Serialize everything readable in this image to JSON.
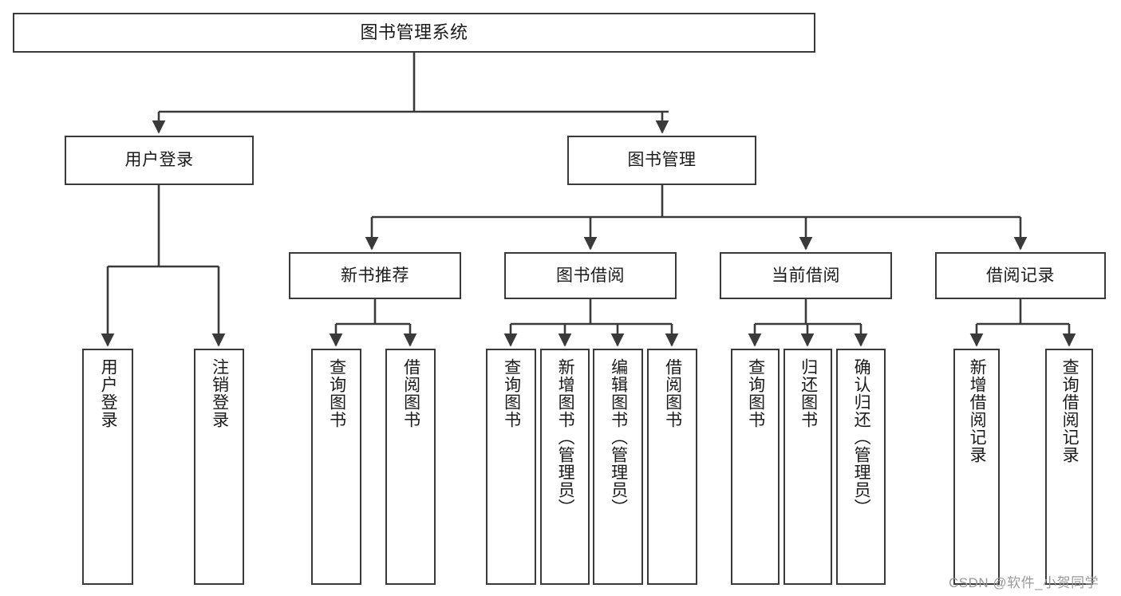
{
  "diagram": {
    "type": "tree-hierarchy-diagram",
    "title": "图书管理系统",
    "style": {
      "box_fill": "#ffffff",
      "box_stroke": "#3a3a3a",
      "line_color": "#3a3a3a",
      "text_color": "#1a1a1a",
      "background": "#ffffff"
    },
    "levels": [
      {
        "level": 1,
        "nodes": [
          {
            "id": "root",
            "label": "图书管理系统",
            "orientation": "horizontal"
          }
        ]
      },
      {
        "level": 2,
        "nodes": [
          {
            "id": "user-login",
            "label": "用户登录",
            "orientation": "horizontal",
            "parent": "root"
          },
          {
            "id": "book-manage",
            "label": "图书管理",
            "orientation": "horizontal",
            "parent": "root"
          }
        ]
      },
      {
        "level": 3,
        "nodes": [
          {
            "id": "new-book-rec",
            "label": "新书推荐",
            "orientation": "horizontal",
            "parent": "book-manage"
          },
          {
            "id": "book-borrow",
            "label": "图书借阅",
            "orientation": "horizontal",
            "parent": "book-manage"
          },
          {
            "id": "current-borrow",
            "label": "当前借阅",
            "orientation": "horizontal",
            "parent": "book-manage"
          },
          {
            "id": "borrow-record",
            "label": "借阅记录",
            "orientation": "horizontal",
            "parent": "book-manage"
          }
        ]
      },
      {
        "level": 4,
        "nodes": [
          {
            "id": "leaf-user-login",
            "label": "用户登录",
            "orientation": "vertical",
            "parent": "user-login"
          },
          {
            "id": "leaf-logout",
            "label": "注销登录",
            "orientation": "vertical",
            "parent": "user-login"
          },
          {
            "id": "leaf-query-book-1",
            "label": "查询图书",
            "orientation": "vertical",
            "parent": "new-book-rec"
          },
          {
            "id": "leaf-borrow-book-1",
            "label": "借阅图书",
            "orientation": "vertical",
            "parent": "new-book-rec"
          },
          {
            "id": "leaf-query-book-2",
            "label": "查询图书",
            "orientation": "vertical",
            "parent": "book-borrow"
          },
          {
            "id": "leaf-add-book",
            "label": "新增图书（管理员）",
            "orientation": "vertical",
            "parent": "book-borrow"
          },
          {
            "id": "leaf-edit-book",
            "label": "编辑图书（管理员）",
            "orientation": "vertical",
            "parent": "book-borrow"
          },
          {
            "id": "leaf-borrow-book-2",
            "label": "借阅图书",
            "orientation": "vertical",
            "parent": "book-borrow"
          },
          {
            "id": "leaf-query-book-3",
            "label": "查询图书",
            "orientation": "vertical",
            "parent": "current-borrow"
          },
          {
            "id": "leaf-return-book",
            "label": "归还图书",
            "orientation": "vertical",
            "parent": "current-borrow"
          },
          {
            "id": "leaf-confirm-return",
            "label": "确认归还（管理员）",
            "orientation": "vertical",
            "parent": "current-borrow"
          },
          {
            "id": "leaf-add-record",
            "label": "新增借阅记录",
            "orientation": "vertical",
            "parent": "borrow-record"
          },
          {
            "id": "leaf-query-record",
            "label": "查询借阅记录",
            "orientation": "vertical",
            "parent": "borrow-record"
          }
        ]
      }
    ]
  },
  "watermark": {
    "text": "CSDN @软件_小贺同学"
  }
}
